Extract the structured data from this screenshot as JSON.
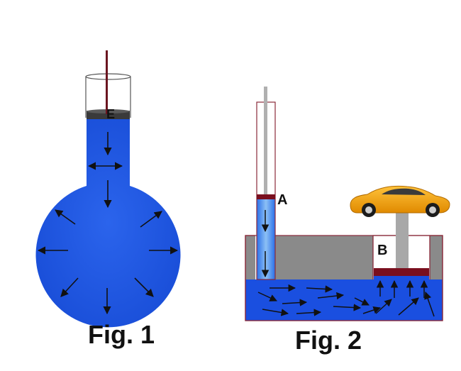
{
  "figure1": {
    "caption": "Fig. 1",
    "piston_label": "E"
  },
  "figure2": {
    "caption": "Fig. 2",
    "small_piston_label": "A",
    "large_piston_label": "B"
  },
  "colors": {
    "water": "#1e5ee8",
    "water_dark": "#1437c8",
    "piston": "#7a0f1e",
    "container_outline": "#8a2a3a",
    "block_gray": "#8a8a8a",
    "car_body": "#f5a300",
    "arrow": "#111111"
  }
}
